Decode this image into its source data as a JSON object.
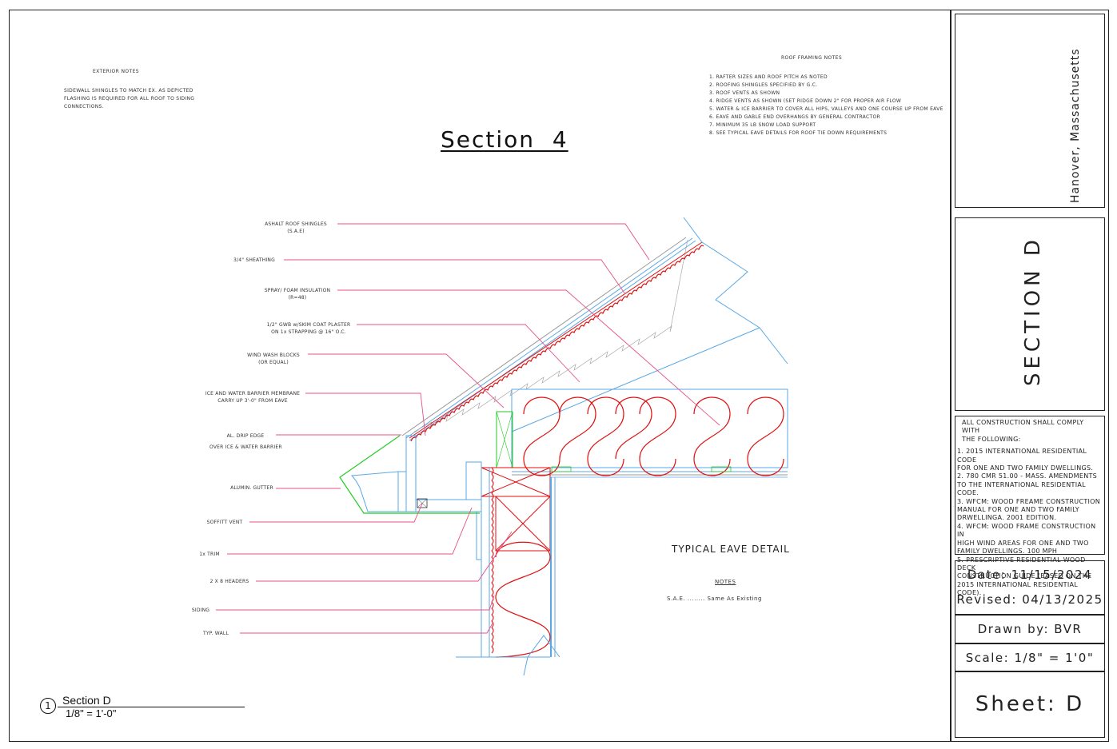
{
  "exterior_notes": {
    "title": "EXTERIOR NOTES",
    "lines": [
      "SIDEWALL SHINGLES TO MATCH EX. AS DEPICTED",
      "FLASHING IS REQUIRED FOR ALL ROOF TO SIDING",
      "CONNECTIONS."
    ]
  },
  "roof_framing_notes": {
    "title": "ROOF FRAMING NOTES",
    "lines": [
      "1. RAFTER SIZES AND ROOF PITCH AS NOTED",
      "2. ROOFING SHINGLES SPECIFIED BY G.C.",
      "3. ROOF VENTS AS SHOWN",
      "4. RIDGE VENTS AS SHOWN (SET RIDGE DOWN 2\" FOR PROPER AIR FLOW",
      "5. WATER & ICE BARRIER TO COVER ALL HIPS, VALLEYS AND ONE COURSE UP FROM EAVE",
      "6. EAVE AND GABLE END OVERHANGS BY GENERAL CONTRACTOR",
      "7. MINIMUM 35 LB SNOW LOAD SUPPORT",
      "8. SEE TYPICAL EAVE DETAILS FOR ROOF TIE DOWN REQUIREMENTS"
    ]
  },
  "section_title": "Section  4",
  "callouts": {
    "shingles": [
      "ASHALT ROOF SHINGLES",
      "(S.A.E)"
    ],
    "sheathing": [
      "3/4\" SHEATHING"
    ],
    "insulation": [
      "SPRAY/ FOAM INSULATION",
      "(R=48)"
    ],
    "gwb": [
      "1/2\" GWB w/SKIM COAT PLASTER",
      "ON 1x STRAPPING @ 16\" O.C."
    ],
    "wind_wash": [
      "WIND WASH BLOCKS",
      "(OR EQUAL)"
    ],
    "ice_water": [
      "ICE AND WATER BARRIER MEMBRANE",
      "CARRY UP 3'-0\" FROM EAVE"
    ],
    "drip_edge": [
      "AL. DRIP EDGE",
      "OVER ICE & WATER BARRIER"
    ],
    "gutter": [
      "ALUMIN. GUTTER"
    ],
    "soffit": [
      "SOFFITT VENT"
    ],
    "trim": [
      "1x TRIM"
    ],
    "headers": [
      "2 X 8 HEADERS"
    ],
    "siding": [
      "SIDING"
    ],
    "wall": [
      "TYP. WALL"
    ]
  },
  "detail_title": "TYPICAL EAVE DETAIL",
  "detail_notes": {
    "heading": "NOTES",
    "line": "S.A.E. ........ Same As Existing"
  },
  "view_label": {
    "number": "1",
    "title": "Section D",
    "scale": "1/8\" = 1'-0\""
  },
  "title_block": {
    "location": "Hanover, Massachusetts",
    "sheet_title": "SECTION D",
    "compliance": [
      "ALL CONSTRUCTION SHALL COMPLY WITH",
      "THE FOLLOWING:",
      "1. 2015 INTERNATIONAL RESIDENTIAL CODE",
      "FOR ONE AND TWO FAMILY DWELLINGS.",
      "2. 780 CMR 51.00 - MASS. AMENDMENTS",
      "TO THE INTERNATIONAL RESIDENTIAL CODE.",
      "3. WFCM: WOOD FREAME CONSTRUCTION",
      "MANUAL FOR ONE AND TWO FAMILY",
      "DRWELLINGA. 2001 EDITION.",
      "4. WFCM: WOOD FRAME CONSTRUCTION IN",
      "HIGH WIND AREAS FOR ONE AND TWO",
      "FAMILY DWELLINGS. 100 MPH",
      "5. PRESCRIPTIVE RESIDENTIAL WOOD DECK",
      "CONSTRUCTION GUIDE (BASED ON THE",
      "2015 INTERNATIONAL RESIDENTIAL CODE)."
    ],
    "date": "Date: 11/15/2024",
    "revised": "Revised: 04/13/2025",
    "drawn_by": "Drawn by: BVR",
    "scale": "Scale: 1/8\" = 1'0\"",
    "sheet": "Sheet: D"
  },
  "colors": {
    "blue": "#5aa9e6",
    "red": "#e01010",
    "pink": "#e8508a",
    "green": "#22cc22",
    "gray": "#999999"
  }
}
